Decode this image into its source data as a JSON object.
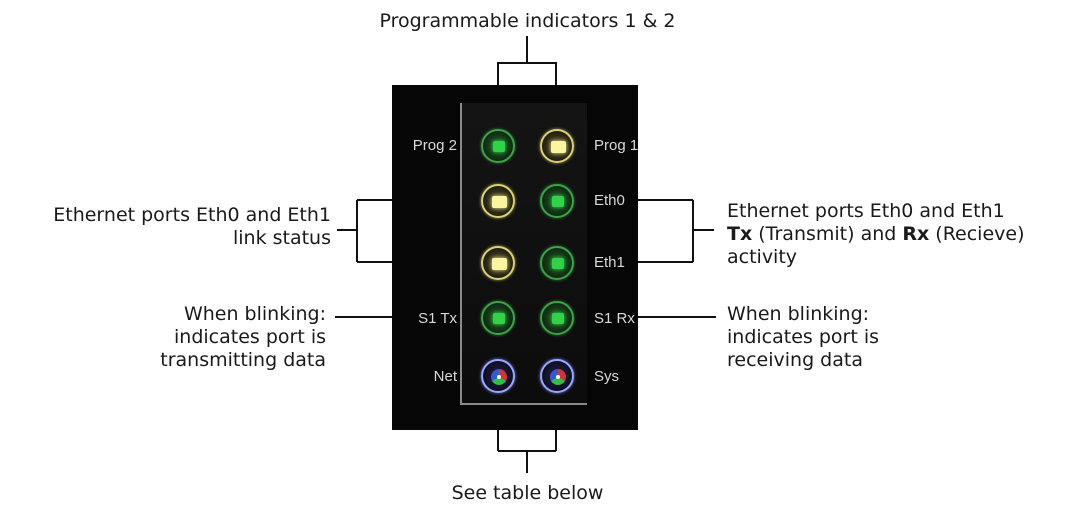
{
  "callouts": {
    "top": "Programmable indicators 1 & 2",
    "bottom": "See table below",
    "left_link_status": [
      "Ethernet ports Eth0 and Eth1",
      "link status"
    ],
    "left_tx": [
      "When blinking:",
      "indicates port is",
      "transmitting data"
    ],
    "right_activity": {
      "line1": "Ethernet ports Eth0 and Eth1",
      "tx_bold": "Tx",
      "tx_rest": " (Transmit) and ",
      "rx_bold": "Rx",
      "rx_rest": " (Recieve)",
      "line3": "activity"
    },
    "right_rx": [
      "When blinking:",
      "indicates port is",
      "receiving data"
    ]
  },
  "device": {
    "left_labels": [
      "Prog 2",
      "S1 Tx",
      "Net"
    ],
    "right_labels": [
      "Prog 1",
      "Eth0",
      "Eth1",
      "S1 Rx",
      "Sys"
    ]
  },
  "leds": {
    "prog2": "green",
    "prog1": "yellow",
    "eth0_link": "yellow",
    "eth0_activity": "green",
    "eth1_link": "yellow",
    "eth1_activity": "green",
    "s1_tx": "green",
    "s1_rx": "green",
    "net": "multicolor",
    "sys": "multicolor"
  },
  "colors": {
    "device_body": "#060606",
    "led_green": "#33d14a",
    "led_yellow": "#fbf5a2",
    "text": "#1a1a1a"
  }
}
